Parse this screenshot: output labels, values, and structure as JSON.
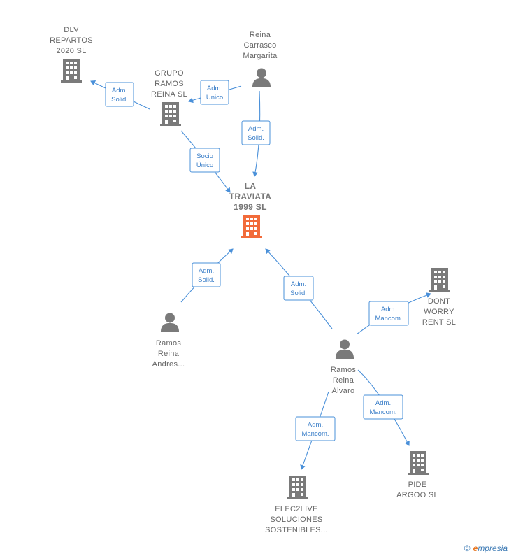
{
  "colors": {
    "company": "#7a7a7a",
    "focus": "#f26b3a",
    "person": "#7a7a7a",
    "edge": "#4a90d9",
    "edge_text": "#3a7ec8"
  },
  "nodes": [
    {
      "id": "dlv",
      "type": "company",
      "lines": [
        "DLV",
        "REPARTOS",
        "2020  SL"
      ]
    },
    {
      "id": "grupo",
      "type": "company",
      "lines": [
        "GRUPO",
        "RAMOS",
        "REINA  SL"
      ]
    },
    {
      "id": "reina_carrasco",
      "type": "person",
      "lines": [
        "Reina",
        "Carrasco",
        "Margarita"
      ]
    },
    {
      "id": "traviata",
      "type": "company",
      "focus": true,
      "lines": [
        "LA",
        "TRAVIATA",
        "1999  SL"
      ]
    },
    {
      "id": "andres",
      "type": "person",
      "lines": [
        "Ramos",
        "Reina",
        "Andres..."
      ]
    },
    {
      "id": "dont",
      "type": "company",
      "lines": [
        "DONT",
        "WORRY",
        "RENT  SL"
      ]
    },
    {
      "id": "alvaro",
      "type": "person",
      "lines": [
        "Ramos",
        "Reina",
        "Alvaro"
      ]
    },
    {
      "id": "elec",
      "type": "company",
      "lines": [
        "ELEC2LIVE",
        "SOLUCIONES",
        "SOSTENIBLES..."
      ]
    },
    {
      "id": "pide",
      "type": "company",
      "lines": [
        "PIDE",
        "ARGOO  SL"
      ]
    }
  ],
  "edges": [
    {
      "id": "grupo-dlv",
      "lines": [
        "Adm.",
        "Solid."
      ]
    },
    {
      "id": "reina-grupo",
      "lines": [
        "Adm.",
        "Unico"
      ]
    },
    {
      "id": "reina-traviata",
      "lines": [
        "Adm.",
        "Solid."
      ]
    },
    {
      "id": "grupo-traviata",
      "lines": [
        "Socio",
        "Único"
      ]
    },
    {
      "id": "andres-traviata",
      "lines": [
        "Adm.",
        "Solid."
      ]
    },
    {
      "id": "alvaro-traviata",
      "lines": [
        "Adm.",
        "Solid."
      ]
    },
    {
      "id": "alvaro-dont",
      "lines": [
        "Adm.",
        "Mancom."
      ]
    },
    {
      "id": "alvaro-elec",
      "lines": [
        "Adm.",
        "Mancom."
      ]
    },
    {
      "id": "alvaro-pide",
      "lines": [
        "Adm.",
        "Mancom."
      ]
    }
  ],
  "watermark": {
    "copyright": "©",
    "brand_initial": "e",
    "brand_rest": "mpresia"
  }
}
